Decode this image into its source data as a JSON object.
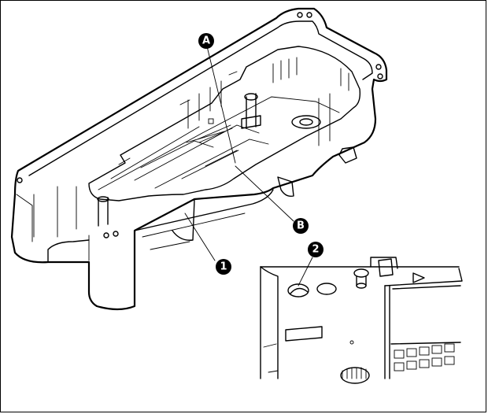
{
  "callouts": {
    "a": "A",
    "b": "B",
    "one": "1",
    "two": "2"
  }
}
